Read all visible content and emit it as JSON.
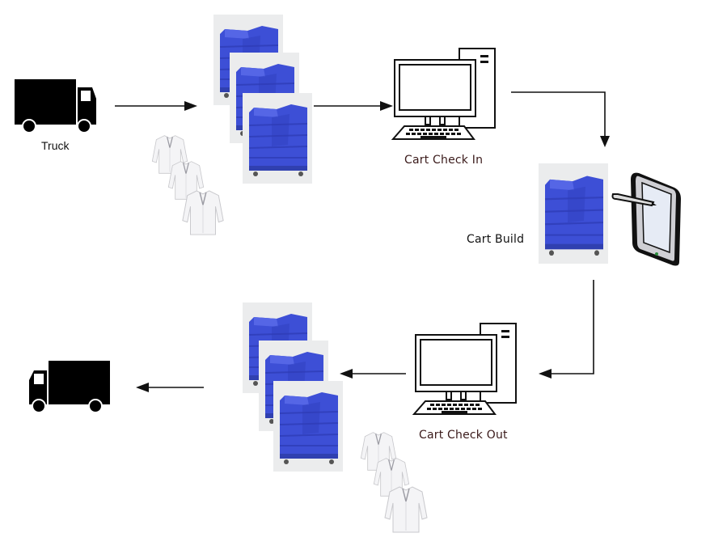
{
  "diagram": {
    "title": "",
    "nodes": [
      {
        "id": "truck-in",
        "label": "Truck"
      },
      {
        "id": "incoming-carts",
        "label": ""
      },
      {
        "id": "cart-check-in",
        "label": "Cart Check In"
      },
      {
        "id": "cart-build",
        "label": "Cart Build"
      },
      {
        "id": "cart-check-out",
        "label": "Cart Check Out"
      },
      {
        "id": "outgoing-carts",
        "label": ""
      },
      {
        "id": "truck-out",
        "label": ""
      }
    ],
    "edges": [
      {
        "from": "truck-in",
        "to": "incoming-carts"
      },
      {
        "from": "incoming-carts",
        "to": "cart-check-in"
      },
      {
        "from": "cart-check-in",
        "to": "cart-build"
      },
      {
        "from": "cart-build",
        "to": "cart-check-out"
      },
      {
        "from": "cart-check-out",
        "to": "outgoing-carts"
      },
      {
        "from": "outgoing-carts",
        "to": "truck-out"
      }
    ],
    "colors": {
      "cart_blue": "#3d4fd6",
      "cart_blue_dark": "#2f3db8",
      "line": "#111111",
      "label_dark": "#3a1a1a"
    }
  },
  "labels": {
    "truck": "Truck",
    "check_in": "Cart Check In",
    "build": "Cart Build",
    "check_out": "Cart Check Out"
  }
}
